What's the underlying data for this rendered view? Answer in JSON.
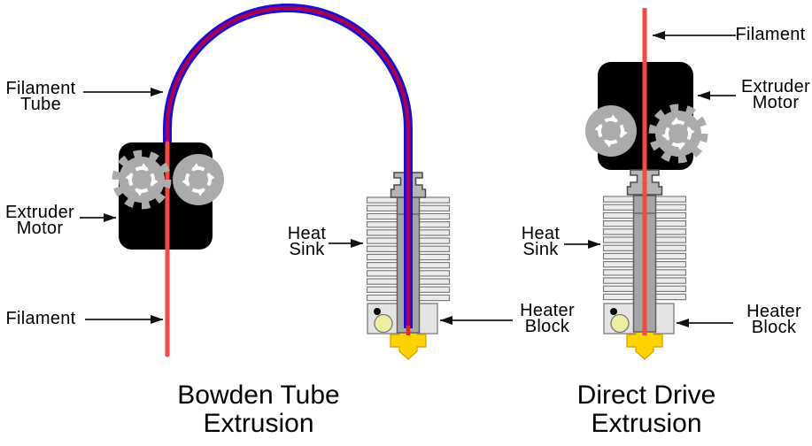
{
  "bowden": {
    "title_line1": "Bowden Tube",
    "title_line2": "Extrusion",
    "labels": {
      "filament_tube_line1": "Filament",
      "filament_tube_line2": "Tube",
      "extruder_motor_line1": "Extruder",
      "extruder_motor_line2": "Motor",
      "filament": "Filament",
      "heat_sink_line1": "Heat",
      "heat_sink_line2": "Sink",
      "heater_block_line1": "Heater",
      "heater_block_line2": "Block"
    }
  },
  "direct_drive": {
    "title_line1": "Direct Drive",
    "title_line2": "Extrusion",
    "labels": {
      "filament": "Filament",
      "extruder_motor_line1": "Extruder",
      "extruder_motor_line2": "Motor",
      "heat_sink_line1": "Heat",
      "heat_sink_line2": "Sink",
      "heater_block_line1": "Heater",
      "heater_block_line2": "Block"
    }
  },
  "colors": {
    "tube_blue": "#1b0dd6",
    "filament_in_tube": "#a8004f",
    "filament_free": "#f34a44",
    "filament_hot": "#e03010",
    "motor_black": "#000000",
    "wheel_gray": "#ababab",
    "fin_fill": "#ebebeb",
    "shaft_gray": "#a6a6a6",
    "connector_gray": "#b5b5b5",
    "heater_fill": "#e4e4e4",
    "indicator_yellow": "#efefa3",
    "nozzle_gold": "#ffd200",
    "annotation_black": "#1a1a1a"
  }
}
